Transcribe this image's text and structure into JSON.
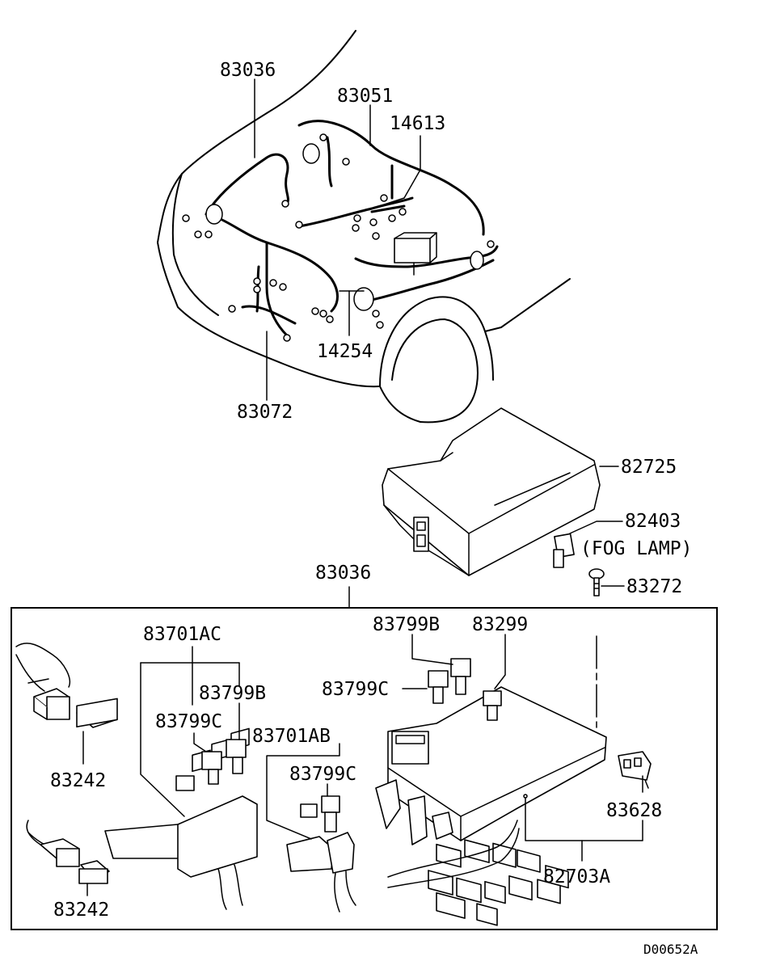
{
  "labels": {
    "harness_main_top": "83036",
    "harness_83051": "83051",
    "harness_14613": "14613",
    "harness_14254": "14254",
    "harness_83072": "83072",
    "cover_82725": "82725",
    "relay_82403": "82403",
    "fog_lamp_note": "(FOG LAMP)",
    "bolt_83272": "83272",
    "junction_block_83036": "83036",
    "connector_83242_top": "83242",
    "connector_83242_bottom": "83242",
    "relay_box_83701AC": "83701AC",
    "relay_83799B_left": "83799B",
    "relay_83799C_left": "83799C",
    "relay_box_83701AB": "83701AB",
    "relay_83799C_mid": "83799C",
    "relay_83799B_top": "83799B",
    "relay_83299": "83299",
    "relay_83799C_top": "83799C",
    "clip_83628": "83628",
    "fusible_block_82703A": "82703A"
  },
  "drawing_code": "D00652A"
}
